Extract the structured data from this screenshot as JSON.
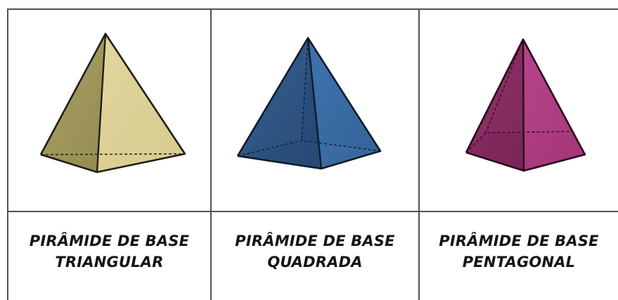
{
  "colors": {
    "grid": "#4f5158",
    "label_text": "#141414",
    "triangular_face": "#bfb472",
    "quadrada_face": "#2f5e96",
    "pentagonal_face": "#9a2a6e"
  },
  "pyramids": [
    {
      "line1": "PIRÂMIDE DE BASE",
      "line2": "TRIANGULAR"
    },
    {
      "line1": "PIRÂMIDE DE BASE",
      "line2": "QUADRADA"
    },
    {
      "line1": "PIRÂMIDE DE BASE",
      "line2": "PENTAGONAL"
    }
  ]
}
